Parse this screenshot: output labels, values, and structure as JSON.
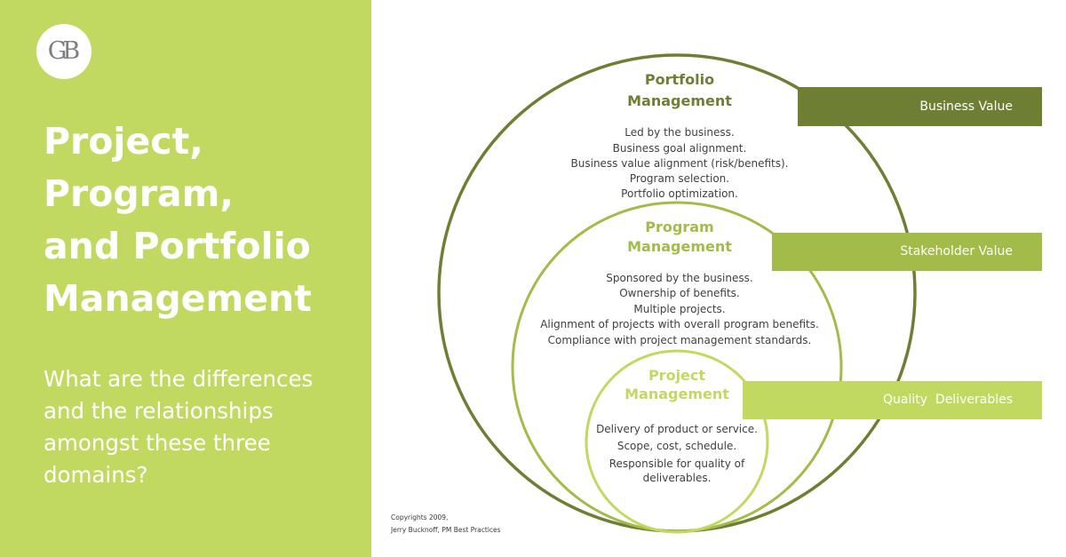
{
  "logo": {
    "text": "GB"
  },
  "main_title": [
    "Project,",
    "Program,",
    "and Portfolio",
    "Management"
  ],
  "subtitle": [
    "What are the differences",
    "and the relationships",
    "amongst these three",
    "domains?"
  ],
  "portfolio": {
    "title": [
      "Portfolio",
      "Management"
    ],
    "items": [
      "Led by the business.",
      "Business goal alignment.",
      "Business value alignment (risk/benefits).",
      "Program selection.",
      "Portfolio optimization."
    ]
  },
  "program": {
    "title": [
      "Program",
      "Management"
    ],
    "items": [
      "Sponsored by the business.",
      "Ownership of benefits.",
      "Multiple projects.",
      "Alignment of projects with overall program benefits.",
      "Compliance with project management standards."
    ]
  },
  "project": {
    "title": [
      "Project",
      "Management"
    ],
    "items": [
      "Delivery of product or service.",
      "Scope, cost, schedule.",
      "Responsible for quality of",
      "deliverables."
    ]
  },
  "bars": {
    "business_value": "Business Value",
    "stakeholder_value": "Stakeholder Value",
    "quality_deliverables": "Quality  Deliverables"
  },
  "copyright": [
    "Copyrights 2009,",
    "Jerry Bucknoff, PM Best Practices"
  ],
  "colors": {
    "panel": "#c2d961",
    "portfolio": "#6e7f34",
    "program": "#a3bb48",
    "project": "#c2d961",
    "body_text": "#3f3f3f"
  }
}
